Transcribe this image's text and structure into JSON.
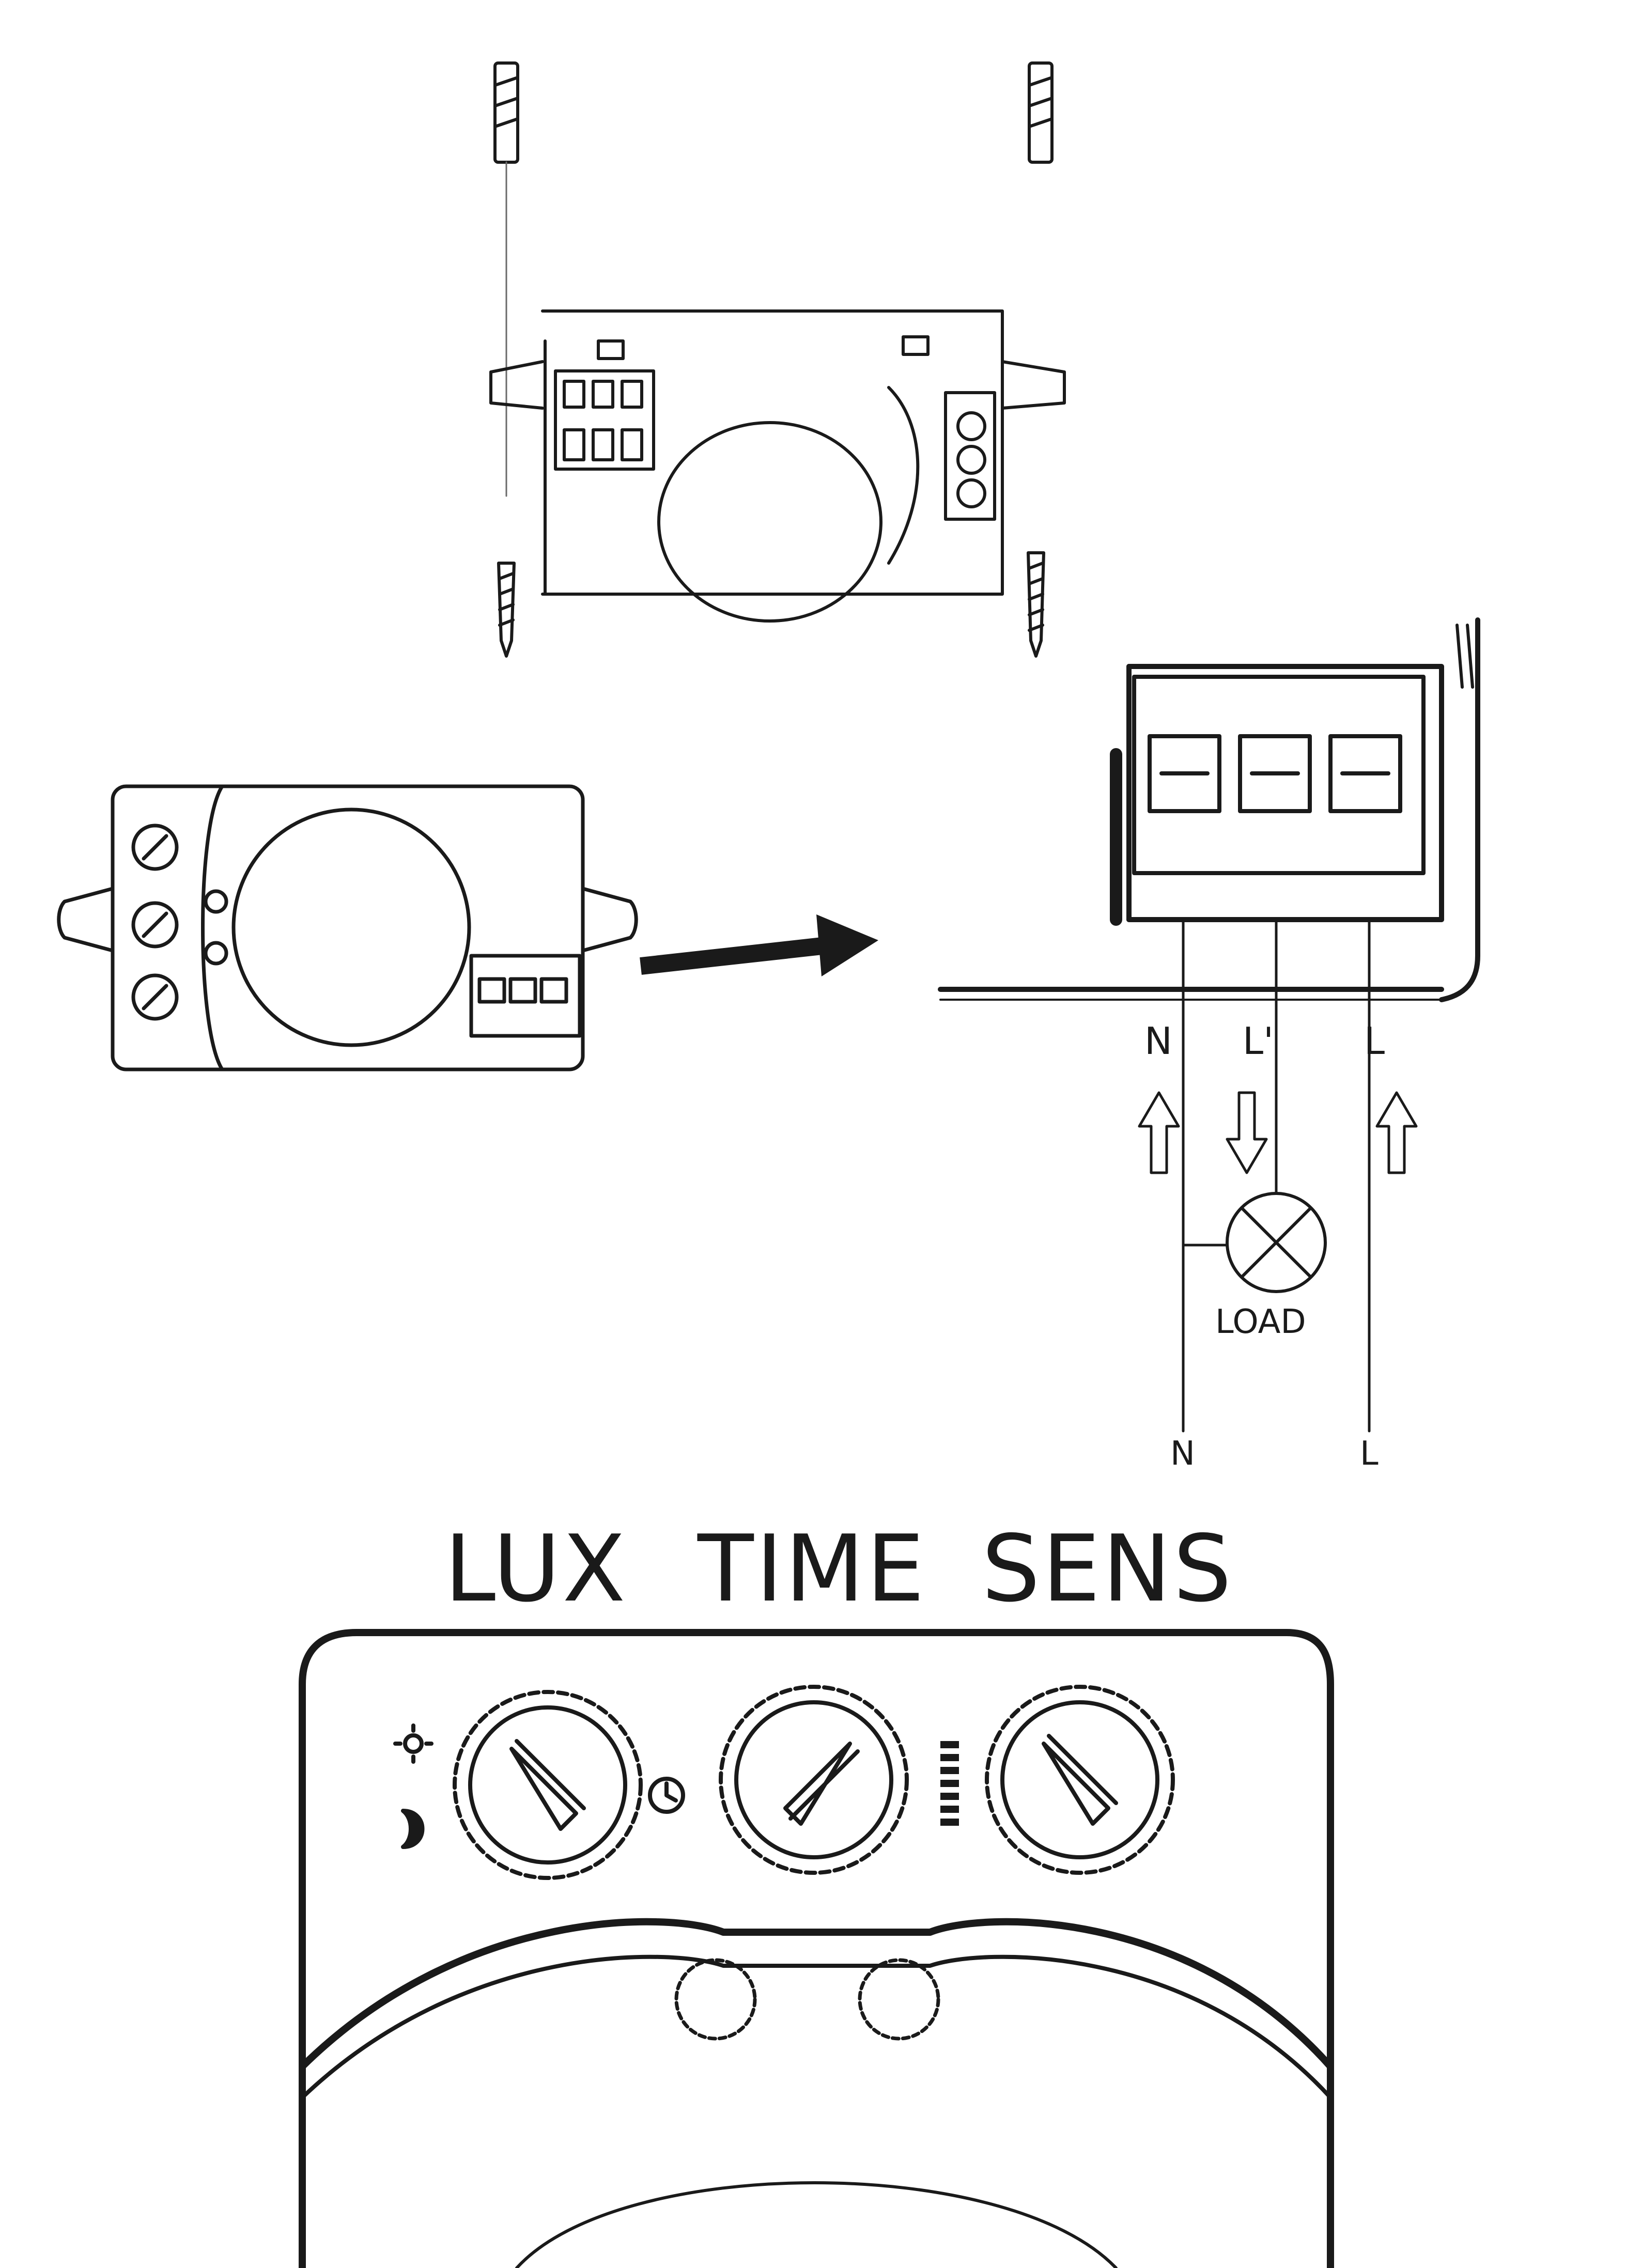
{
  "terminals": {
    "top": [
      "N",
      "L'",
      "L"
    ],
    "bottom": [
      "N",
      "L"
    ]
  },
  "load_label": "LOAD",
  "dials": {
    "lux": "LUX",
    "time": "TIME",
    "sens": "SENS"
  },
  "colors": {
    "ink": "#1a1a1a",
    "paper": "#ffffff"
  }
}
